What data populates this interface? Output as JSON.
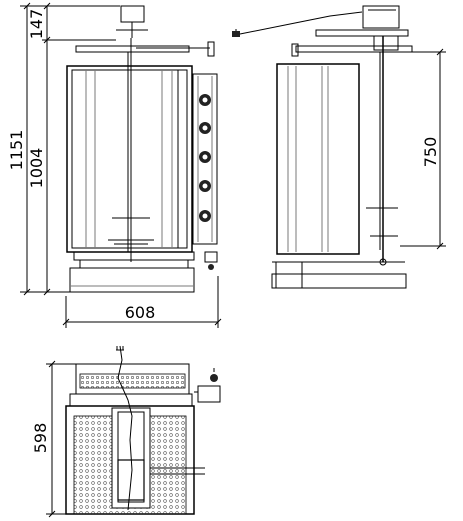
{
  "dimensions": {
    "top_height": "147",
    "total_height": "1151",
    "body_height": "1004",
    "width": "608",
    "spit_length": "750",
    "depth": "598"
  },
  "colors": {
    "line": "#000000",
    "mid_gray": "#7a7a7a",
    "light_gray": "#a8a8a8"
  }
}
